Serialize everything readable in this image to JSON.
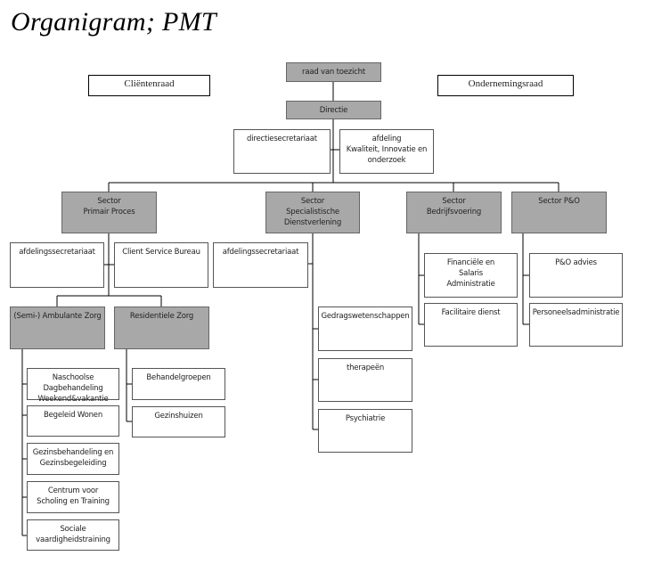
{
  "title": "Organigram; PMT",
  "nodes": {
    "clientenraad": "Cliëntenraad",
    "ondernemingsraad": "Ondernemingsraad",
    "raad_van_toezicht": "raad van toezicht",
    "directie": "Directie",
    "directiesecretariaat": "directiesecretariaat",
    "afdeling_kwaliteit": "afdeling\nKwaliteit, Innovatie en onderzoek",
    "sector_primair": "Sector\nPrimair Proces",
    "sector_specialistische": "Sector\nSpecialistische\nDienstverlening",
    "sector_bedrijfsvoering": "Sector\nBedrijfsvoering",
    "sector_po": "Sector P&O",
    "afdelingssecretariaat_1": "afdelingssecretariaat",
    "client_service_bureau": "Client Service Bureau",
    "afdelingssecretariaat_2": "afdelingssecretariaat",
    "ambulante_zorg": "(Semi-) Ambulante Zorg",
    "residentiele_zorg": "Residentiele Zorg",
    "naschoolse": "Naschoolse Dagbehandeling\nWeekend&vakantie Behandeling",
    "begeleid_wonen": "Begeleid Wonen",
    "gezinsbehandeling": "Gezinsbehandeling en\nGezinsbegeleiding",
    "centrum_scholing": "Centrum voor\nScholing en Training",
    "sociale_vaardigheid": "Sociale vaardigheidstraining",
    "behandelgroepen": "Behandelgroepen",
    "gezinshuizen": "Gezinshuizen",
    "gedragswetenschappen": "Gedragswetenschappen",
    "therapeen": "therapeën",
    "psychiatrie": "Psychiatrie",
    "financiele": "Financiële en\nSalaris\nAdministratie",
    "facilitaire_dienst": "Facilitaire dienst",
    "po_advies": "P&O advies",
    "personeelsadministratie": "Personeelsadministratie"
  }
}
